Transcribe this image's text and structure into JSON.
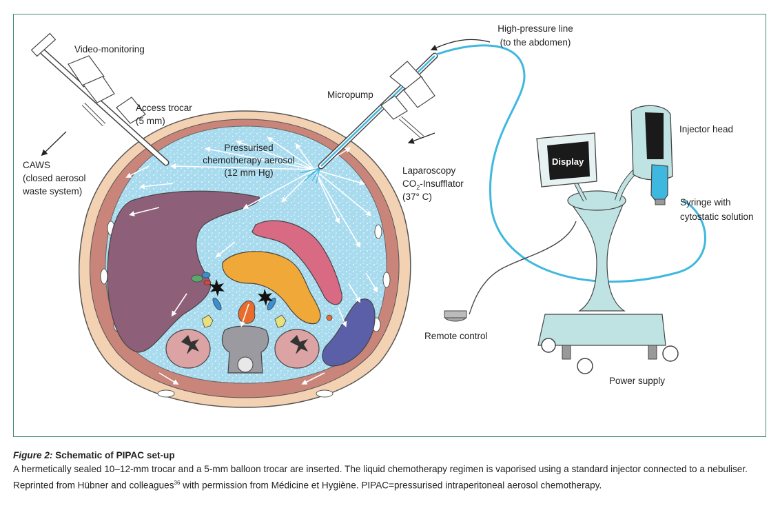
{
  "labels": {
    "video_monitoring": "Video-monitoring",
    "access_trocar": [
      "Access trocar",
      "(5 mm)"
    ],
    "caws": [
      "CAWS",
      "(closed aerosol",
      "waste system)"
    ],
    "pressurised": [
      "Pressurised",
      "chemotherapy aerosol",
      "(12 mm Hg)"
    ],
    "micropump": "Micropump",
    "high_pressure_line": [
      "High-pressure line",
      "(to the abdomen)"
    ],
    "laparoscopy": [
      "Laparoscopy",
      "CO",
      "2",
      "-Insufflator",
      "(37° C)"
    ],
    "display": "Display",
    "injector_head": "Injector head",
    "syringe": [
      "Syringe with",
      "cytostatic solution"
    ],
    "remote_control": "Remote control",
    "power_supply": "Power supply"
  },
  "caption": {
    "figure_label": "Figure 2:",
    "title": "Schematic of PIPAC set-up",
    "body_part1": "A hermetically sealed 10–12-mm trocar and a 5-mm balloon trocar are inserted. The liquid chemotherapy regimen is vaporised using a standard injector connected to a nebuliser. Reprinted from Hübner and colleagues",
    "reference": "36",
    "body_part2": " with permission from Médicine et Hygiène. PIPAC=pressurised intraperitoneal aerosol chemotherapy."
  },
  "colors": {
    "frame": "#3f8a6e",
    "body_outline": "#f1c9a6",
    "muscle": "#c9857a",
    "cavity": "#a9dbef",
    "liver": "#8e5f78",
    "pancreas": "#f0a838",
    "stomach": "#d86a84",
    "spleen": "#5a5fa8",
    "kidney": "#dba3a3",
    "vertebra": "#9a9aa0",
    "line": "#3fb8e0",
    "injector": "#bfe3e3"
  }
}
